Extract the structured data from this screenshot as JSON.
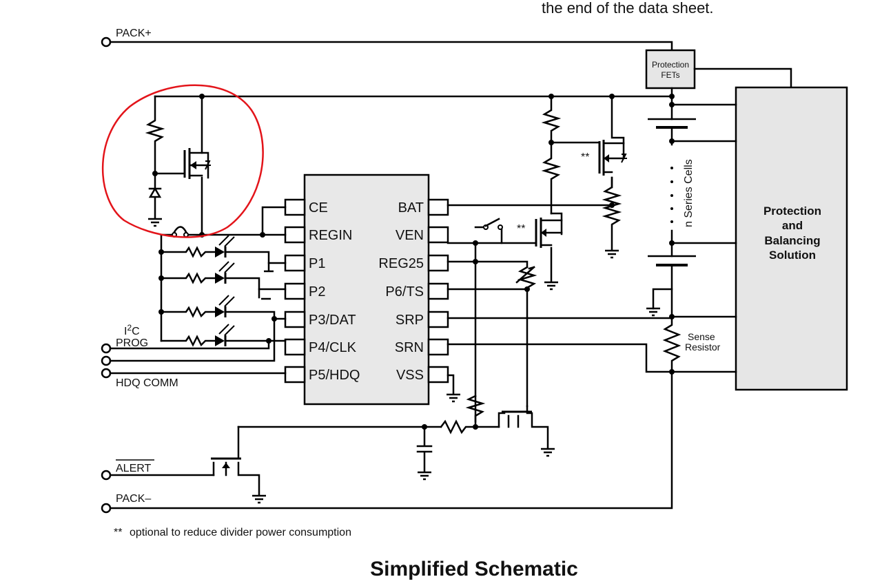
{
  "header_fragment": "the end of the data sheet.",
  "title": "Simplified Schematic",
  "footnote": {
    "marker": "**",
    "text": "optional to reduce divider power consumption"
  },
  "chip": {
    "left_pins": [
      "CE",
      "REGIN",
      "P1",
      "P2",
      "P3/DAT",
      "P4/CLK",
      "P5/HDQ"
    ],
    "right_pins": [
      "BAT",
      "VEN",
      "REG25",
      "P6/TS",
      "SRP",
      "SRN",
      "VSS"
    ]
  },
  "terminals": {
    "pack_plus": "PACK+",
    "i2c_prefix": "I",
    "i2c_sup": "2",
    "i2c_suffix": "C",
    "prog": "PROG",
    "hdq_comm": "HDQ COMM",
    "alert": "ALERT",
    "pack_minus": "PACK–"
  },
  "blocks": {
    "protection_fets_line1": "Protection",
    "protection_fets_line2": "FETs",
    "solution_line1": "Protection",
    "solution_line2": "and",
    "solution_line3": "Balancing",
    "solution_line4": "Solution",
    "series_cells": "n Series Cells",
    "sense_line1": "Sense",
    "sense_line2": "Resistor"
  },
  "mosfet_markers": [
    "**",
    "**"
  ],
  "colors": {
    "wire": "#000000",
    "chip_fill": "#e8e8e8",
    "block_fill": "#e6e6e6",
    "highlight_circle": "#e3141a"
  }
}
